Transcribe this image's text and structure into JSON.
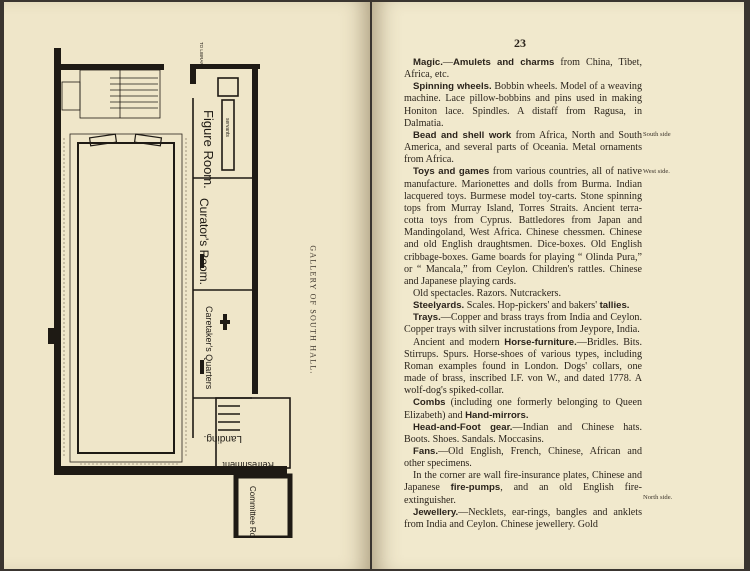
{
  "left_page": {
    "caption": "GALLERY OF SOUTH HALL.",
    "plan_labels": {
      "figure_room": "Figure Room.",
      "figure_room_sub": "servants",
      "curators_room": "Curator's Room.",
      "caretakers_quarters": "Caretaker's Quarters",
      "landing": "Landing.",
      "refreshment": "Refreshment",
      "committee_room": "Committee Room",
      "top_small": "TO LIBRARY"
    }
  },
  "right_page": {
    "page_number": "23",
    "paragraphs": [
      {
        "indent": true,
        "parts": [
          {
            "b": "Magic."
          },
          {
            "t": "—"
          },
          {
            "b": "Amulets and charms"
          },
          {
            "t": " from China, Tibet, Africa, etc."
          }
        ]
      },
      {
        "indent": true,
        "parts": [
          {
            "b": "Spinning wheels."
          },
          {
            "t": " Bobbin wheels. Model of a weaving machine. Lace pillow-bobbins and pins used in making Honiton lace. Spindles. A distaff from Ragusa, in Dalmatia."
          }
        ]
      },
      {
        "indent": true,
        "parts": [
          {
            "b": "Bead and shell work"
          },
          {
            "t": " from Africa, North and South America, and several parts of Oceania. Metal ornaments from Africa."
          }
        ]
      },
      {
        "indent": true,
        "parts": [
          {
            "b": "Toys and games"
          },
          {
            "t": " from various countries, all of native manufacture. Marionettes and dolls from Burma. Indian lacquered toys. Burmese model toy-carts. Stone spinning tops from Murray Island, Torres Straits. Ancient terra-cotta toys from Cyprus. Battledores from Japan and Mandingoland, West Africa. Chinese chessmen. Chinese and old English draughtsmen. Dice-boxes. Old English cribbage-boxes. Game boards for playing “ Olinda Pura,” or “ Mancala,” from Ceylon. Children's rattles. Chinese and Japanese playing cards."
          }
        ]
      },
      {
        "indent": true,
        "parts": [
          {
            "t": "Old spectacles. Razors. Nutcrackers."
          }
        ]
      },
      {
        "indent": true,
        "parts": [
          {
            "b": "Steelyards."
          },
          {
            "t": " Scales. Hop-pickers' and bakers' "
          },
          {
            "b": "tallies."
          }
        ]
      },
      {
        "indent": true,
        "parts": [
          {
            "b": "Trays."
          },
          {
            "t": "—Copper and brass trays from India and Ceylon. Copper trays with silver incrustations from Jeypore, India."
          }
        ]
      },
      {
        "indent": true,
        "parts": [
          {
            "t": "Ancient and modern "
          },
          {
            "b": "Horse-furniture."
          },
          {
            "t": "—Bridles. Bits. Stirrups. Spurs. Horse-shoes of various types, including Roman examples found in London. Dogs' collars, one made of brass, inscribed I.F. von W., and dated 1778. A wolf-dog's spiked-collar."
          }
        ]
      },
      {
        "indent": true,
        "parts": [
          {
            "b": "Combs"
          },
          {
            "t": " (including one formerly belonging to Queen Elizabeth) and "
          },
          {
            "b": "Hand-mirrors."
          }
        ]
      },
      {
        "indent": true,
        "parts": [
          {
            "b": "Head-and-Foot gear."
          },
          {
            "t": "—Indian and Chinese hats. Boots. Shoes. Sandals. Moccasins."
          }
        ]
      },
      {
        "indent": true,
        "parts": [
          {
            "b": "Fans."
          },
          {
            "t": "—Old English, French, Chinese, African and other specimens."
          }
        ]
      },
      {
        "indent": true,
        "parts": [
          {
            "t": "In the corner are wall fire-insurance plates, Chinese and Japanese "
          },
          {
            "b": "fire-pumps"
          },
          {
            "t": ", and an old English fire-extinguisher."
          }
        ]
      },
      {
        "indent": true,
        "parts": [
          {
            "b": "Jewellery."
          },
          {
            "t": "—Necklets, ear-rings, bangles and anklets from India and Ceylon. Chinese jewellery. Gold"
          }
        ]
      }
    ],
    "margin_notes": {
      "south_side": "South side",
      "west_side": "West side.",
      "north_side": "North side."
    }
  }
}
